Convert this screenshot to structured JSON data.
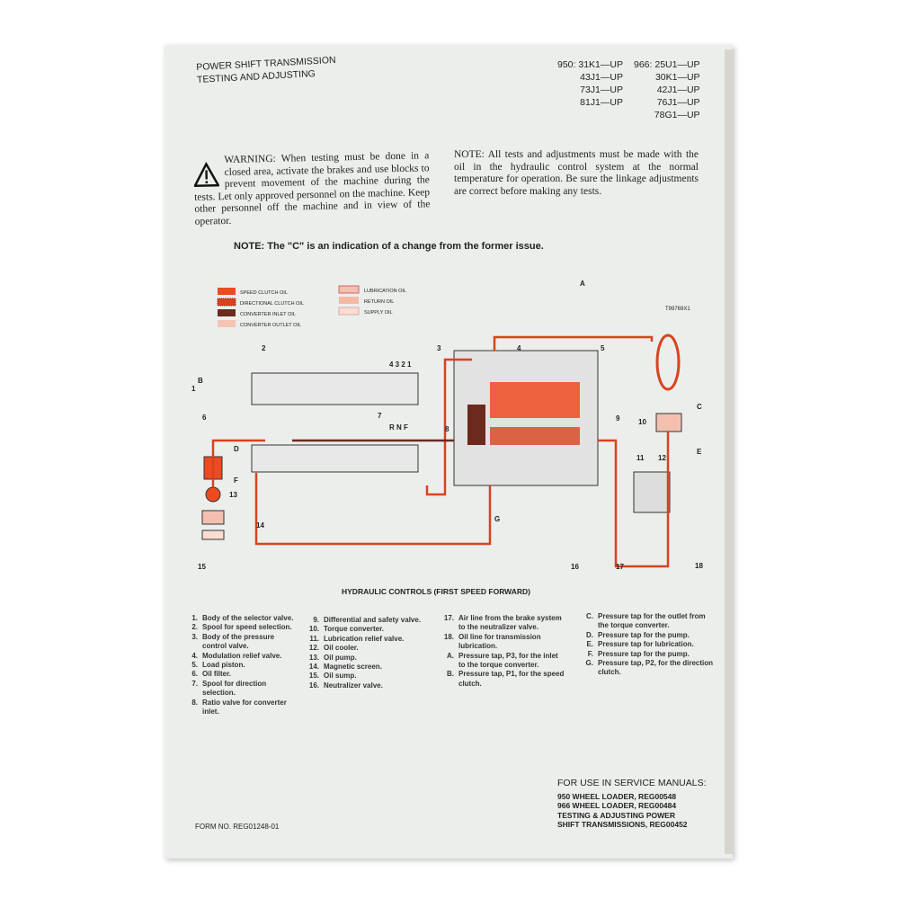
{
  "header": {
    "line1": "POWER SHIFT TRANSMISSION",
    "line2": "TESTING AND ADJUSTING"
  },
  "models": {
    "col1": [
      "950: 31K1—UP",
      "43J1—UP",
      "73J1—UP",
      "81J1—UP"
    ],
    "col2": [
      "966: 25U1—UP",
      "30K1—UP",
      "42J1—UP",
      "76J1—UP",
      "78G1—UP"
    ]
  },
  "warning": "WARNING: When testing must be done in a closed area, activate the brakes and use blocks to prevent movement of the machine during the tests. Let only approved personnel on the machine. Keep other personnel off the machine and in view of the operator.",
  "note_tests": "NOTE: All tests and adjustments must be made with the oil in the hydraulic control system at the normal temperature for operation. Be sure the linkage adjustments are correct before making any tests.",
  "note_change": "NOTE: The \"C\" is an indication of a change from the former issue.",
  "diagram": {
    "ref": "T99769X1",
    "legend": [
      "SPEED CLUTCH OIL",
      "DIRECTIONAL CLUTCH OIL",
      "CONVERTER INLET OIL",
      "CONVERTER OUTLET OIL",
      "LUBRICATION OIL",
      "RETURN OIL",
      "SUPPLY OIL"
    ],
    "speeds": "4 3 2 1",
    "directions": "R N F",
    "labels": [
      "1",
      "2",
      "3",
      "4",
      "5",
      "6",
      "7",
      "8",
      "9",
      "10",
      "11",
      "12",
      "13",
      "14",
      "15",
      "16",
      "17",
      "18",
      "A",
      "B",
      "C",
      "D",
      "E",
      "F",
      "G"
    ],
    "colors": {
      "speed": "#ee4a22",
      "directional": "#d8431f",
      "inlet": "#6b2a1d",
      "outlet": "#f6c4b3",
      "return": "#f3b9a6"
    }
  },
  "caption": "HYDRAULIC CONTROLS (FIRST SPEED FORWARD)",
  "legend_list": [
    [
      [
        "1.",
        "Body of the selector valve."
      ],
      [
        "2.",
        "Spool for speed selection."
      ],
      [
        "3.",
        "Body of the pressure control valve."
      ],
      [
        "4.",
        "Modulation relief valve."
      ],
      [
        "5.",
        "Load piston."
      ],
      [
        "6.",
        "Oil filter."
      ],
      [
        "7.",
        "Spool for direction selection."
      ],
      [
        "8.",
        "Ratio valve for converter inlet."
      ]
    ],
    [
      [
        "9.",
        "Differential and safety valve."
      ],
      [
        "10.",
        "Torque converter."
      ],
      [
        "11.",
        "Lubrication relief valve."
      ],
      [
        "12.",
        "Oil cooler."
      ],
      [
        "13.",
        "Oil pump."
      ],
      [
        "14.",
        "Magnetic screen."
      ],
      [
        "15.",
        "Oil sump."
      ],
      [
        "16.",
        "Neutralizer valve."
      ]
    ],
    [
      [
        "17.",
        "Air line from the brake system to the neutralizer valve."
      ],
      [
        "18.",
        "Oil line for transmission lubrication."
      ],
      [
        "A.",
        "Pressure tap, P3, for the inlet to the torque converter."
      ],
      [
        "B.",
        "Pressure tap, P1, for the speed clutch."
      ]
    ],
    [
      [
        "C.",
        "Pressure tap for the outlet from the torque converter."
      ],
      [
        "D.",
        "Pressure tap for the pump."
      ],
      [
        "E.",
        "Pressure tap for lubrication."
      ],
      [
        "F.",
        "Pressure tap for the pump."
      ],
      [
        "G.",
        "Pressure tap, P2, for the direction clutch."
      ]
    ]
  ],
  "service": {
    "title": "FOR USE IN SERVICE MANUALS:",
    "lines": [
      "950 WHEEL LOADER, REG00548",
      "966 WHEEL LOADER, REG00484",
      "TESTING & ADJUSTING POWER",
      "SHIFT TRANSMISSIONS, REG00452"
    ]
  },
  "form_no": "FORM NO. REG01248-01"
}
